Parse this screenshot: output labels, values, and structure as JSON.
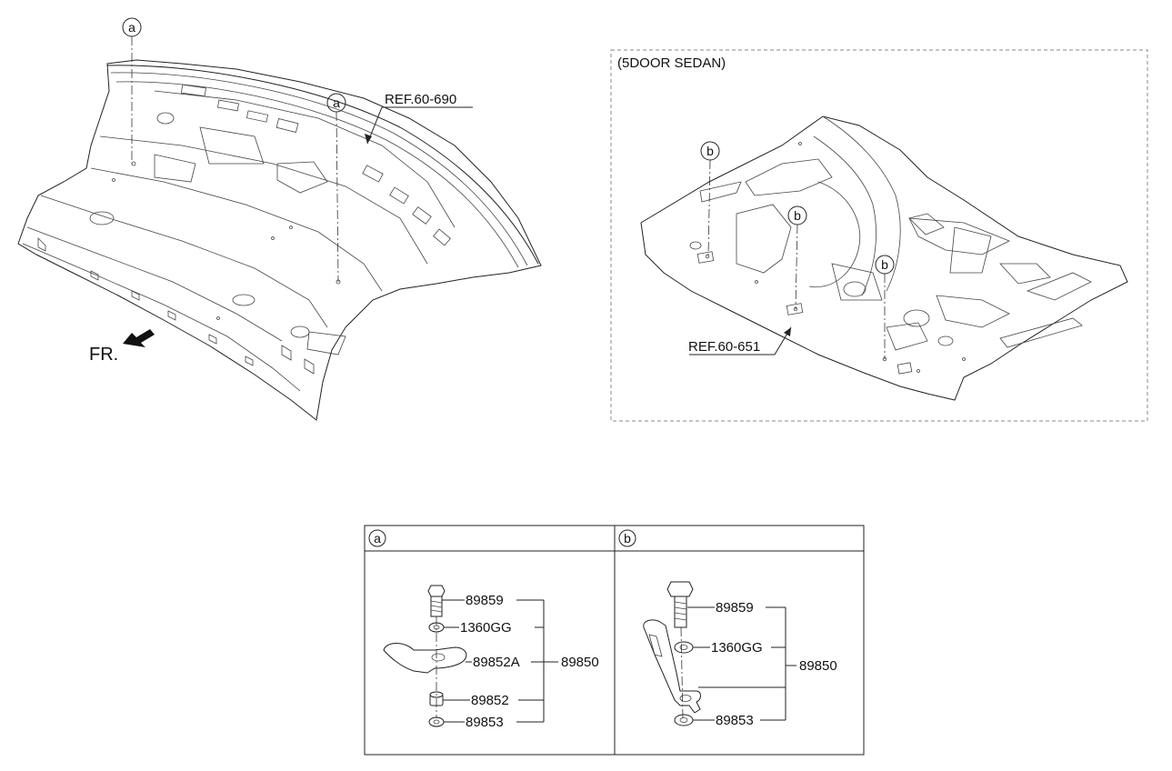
{
  "diagram": {
    "upper_left": {
      "ref_label": "REF.60-690",
      "callout_letter": "a",
      "front_label": "FR."
    },
    "upper_right": {
      "title": "(5DOOR SEDAN)",
      "ref_label": "REF.60-651",
      "callout_letter": "b"
    },
    "detail_table": {
      "panel_a": {
        "header": "a",
        "parts": {
          "bolt": "89859",
          "washer": "1360GG",
          "bracket": "89852A",
          "spacer": "89852",
          "nut": "89853",
          "assembly": "89850"
        }
      },
      "panel_b": {
        "header": "b",
        "parts": {
          "bolt": "89859",
          "washer": "1360GG",
          "nut": "89853",
          "assembly": "89850"
        }
      }
    }
  }
}
